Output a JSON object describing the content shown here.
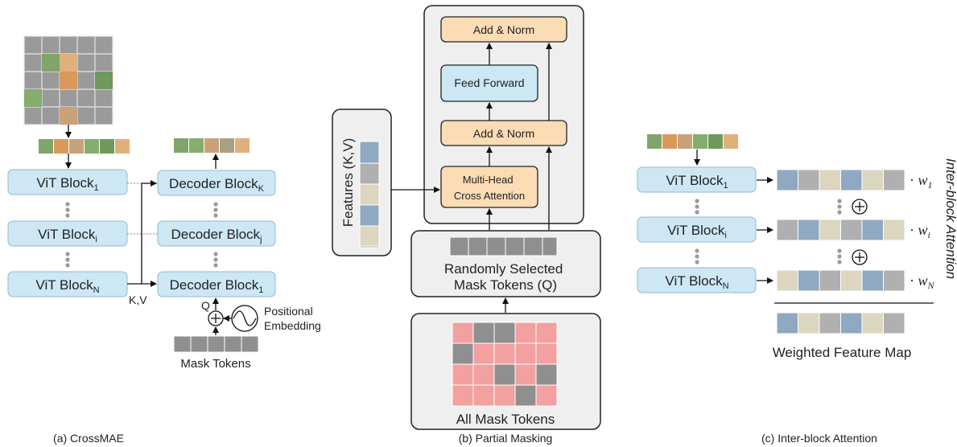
{
  "colors": {
    "blue_block": "#cde7f5",
    "orange_block": "#fcdcb4",
    "panel_bg": "#efeff0",
    "grid_gray": "#9a9a9a",
    "mask_gray": "#8f8f8f",
    "mask_pink": "#f2a0a0",
    "feat_blue": "#8ea9c1",
    "feat_gray": "#b0b0b0",
    "feat_beige": "#dcd6c1",
    "image_green": "#7fa56a",
    "image_orange": "#d89a5a"
  },
  "panel_a": {
    "caption": "(a) CrossMAE",
    "encoder_blocks": [
      {
        "name": "ViT Block",
        "sub": "1"
      },
      {
        "name": "ViT Block",
        "sub": "i"
      },
      {
        "name": "ViT Block",
        "sub": "N"
      }
    ],
    "decoder_blocks": [
      {
        "name": "Decoder Block",
        "sub": "K"
      },
      {
        "name": "Decoder Block",
        "sub": "j"
      },
      {
        "name": "Decoder Block",
        "sub": "1"
      }
    ],
    "kv_label": "K,V",
    "q_label": "Q",
    "positional_embedding": [
      "Positional",
      "Embedding"
    ],
    "mask_tokens_label": "Mask Tokens"
  },
  "panel_b": {
    "caption": "(b) Partial Masking",
    "add_norm_top": "Add & Norm",
    "feed_forward": "Feed Forward",
    "add_norm_bottom": "Add & Norm",
    "cross_attention": [
      "Multi-Head",
      "Cross Attention"
    ],
    "features_label": "Features (K,V)",
    "selected_tokens": [
      "Randomly Selected",
      "Mask Tokens (Q)"
    ],
    "all_tokens": "All Mask Tokens"
  },
  "panel_c": {
    "caption": "(c) Inter-block Attention",
    "blocks": [
      {
        "name": "ViT Block",
        "sub": "1",
        "weight": "w",
        "weight_sub": "1"
      },
      {
        "name": "ViT Block",
        "sub": "i",
        "weight": "w",
        "weight_sub": "i"
      },
      {
        "name": "ViT Block",
        "sub": "N",
        "weight": "w",
        "weight_sub": "N"
      }
    ],
    "weighted_map": "Weighted Feature Map",
    "side_title": "Inter-block Attention"
  }
}
